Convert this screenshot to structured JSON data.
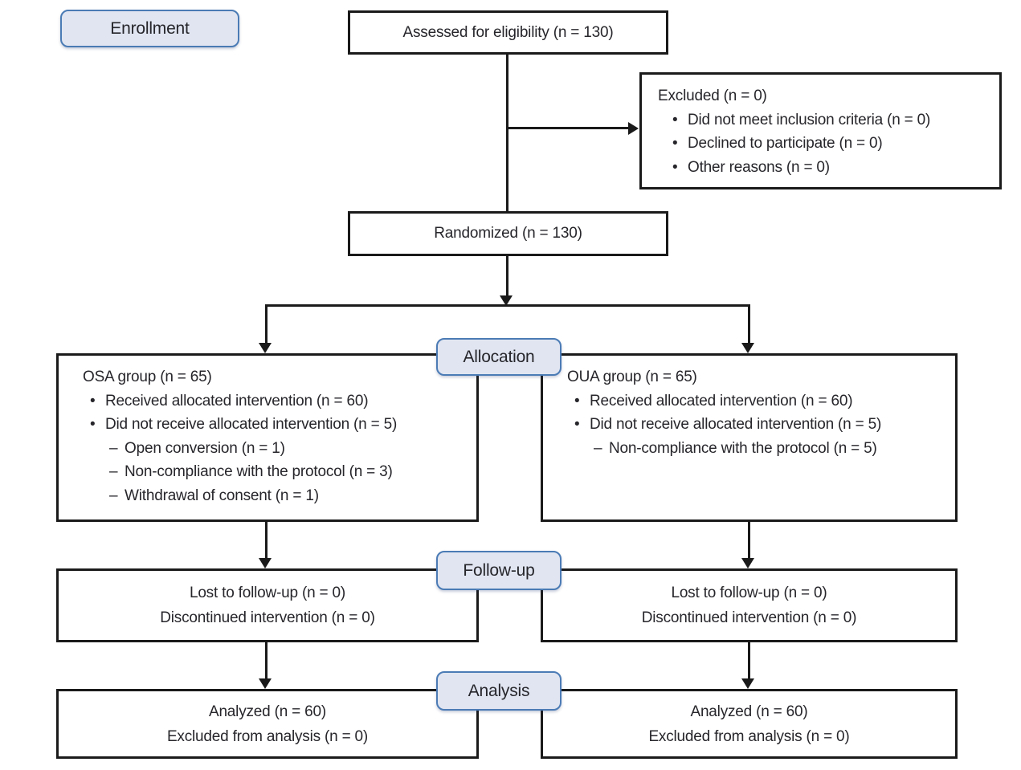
{
  "colors": {
    "box_border": "#1a1a1a",
    "label_fill": "#e0e5f1",
    "label_border": "#4b7bb5",
    "text": "#26262b",
    "background": "#ffffff"
  },
  "stages": {
    "enrollment": "Enrollment",
    "allocation": "Allocation",
    "followup": "Follow-up",
    "analysis": "Analysis"
  },
  "nodes": {
    "assessed": {
      "text": "Assessed for eligibility (n = 130)"
    },
    "excluded": {
      "title": "Excluded (n = 0)",
      "items": [
        {
          "marker": "•",
          "text": "Did not meet inclusion criteria (n = 0)"
        },
        {
          "marker": "•",
          "text": "Declined to participate (n = 0)"
        },
        {
          "marker": "•",
          "text": "Other reasons (n = 0)"
        }
      ]
    },
    "randomized": {
      "text": "Randomized (n = 130)"
    },
    "osa_group": {
      "title": "OSA group (n = 65)",
      "items": [
        {
          "marker": "•",
          "text": "Received allocated intervention (n = 60)"
        },
        {
          "marker": "•",
          "text": "Did not receive allocated intervention (n = 5)"
        },
        {
          "marker": "–",
          "text": "Open conversion (n = 1)"
        },
        {
          "marker": "–",
          "text": "Non-compliance with the protocol (n = 3)"
        },
        {
          "marker": "–",
          "text": "Withdrawal of consent (n = 1)"
        }
      ]
    },
    "oua_group": {
      "title": "OUA group (n = 65)",
      "items": [
        {
          "marker": "•",
          "text": "Received allocated intervention (n = 60)"
        },
        {
          "marker": "•",
          "text": "Did not receive allocated intervention (n = 5)"
        },
        {
          "marker": "–",
          "text": "Non-compliance with the protocol (n = 5)"
        }
      ]
    },
    "followup_left": {
      "line1": "Lost to follow-up (n = 0)",
      "line2": "Discontinued intervention (n = 0)"
    },
    "followup_right": {
      "line1": "Lost to follow-up (n = 0)",
      "line2": "Discontinued intervention (n = 0)"
    },
    "analysis_left": {
      "line1": "Analyzed (n = 60)",
      "line2": "Excluded from analysis (n = 0)"
    },
    "analysis_right": {
      "line1": "Analyzed (n = 60)",
      "line2": "Excluded from analysis (n = 0)"
    }
  }
}
